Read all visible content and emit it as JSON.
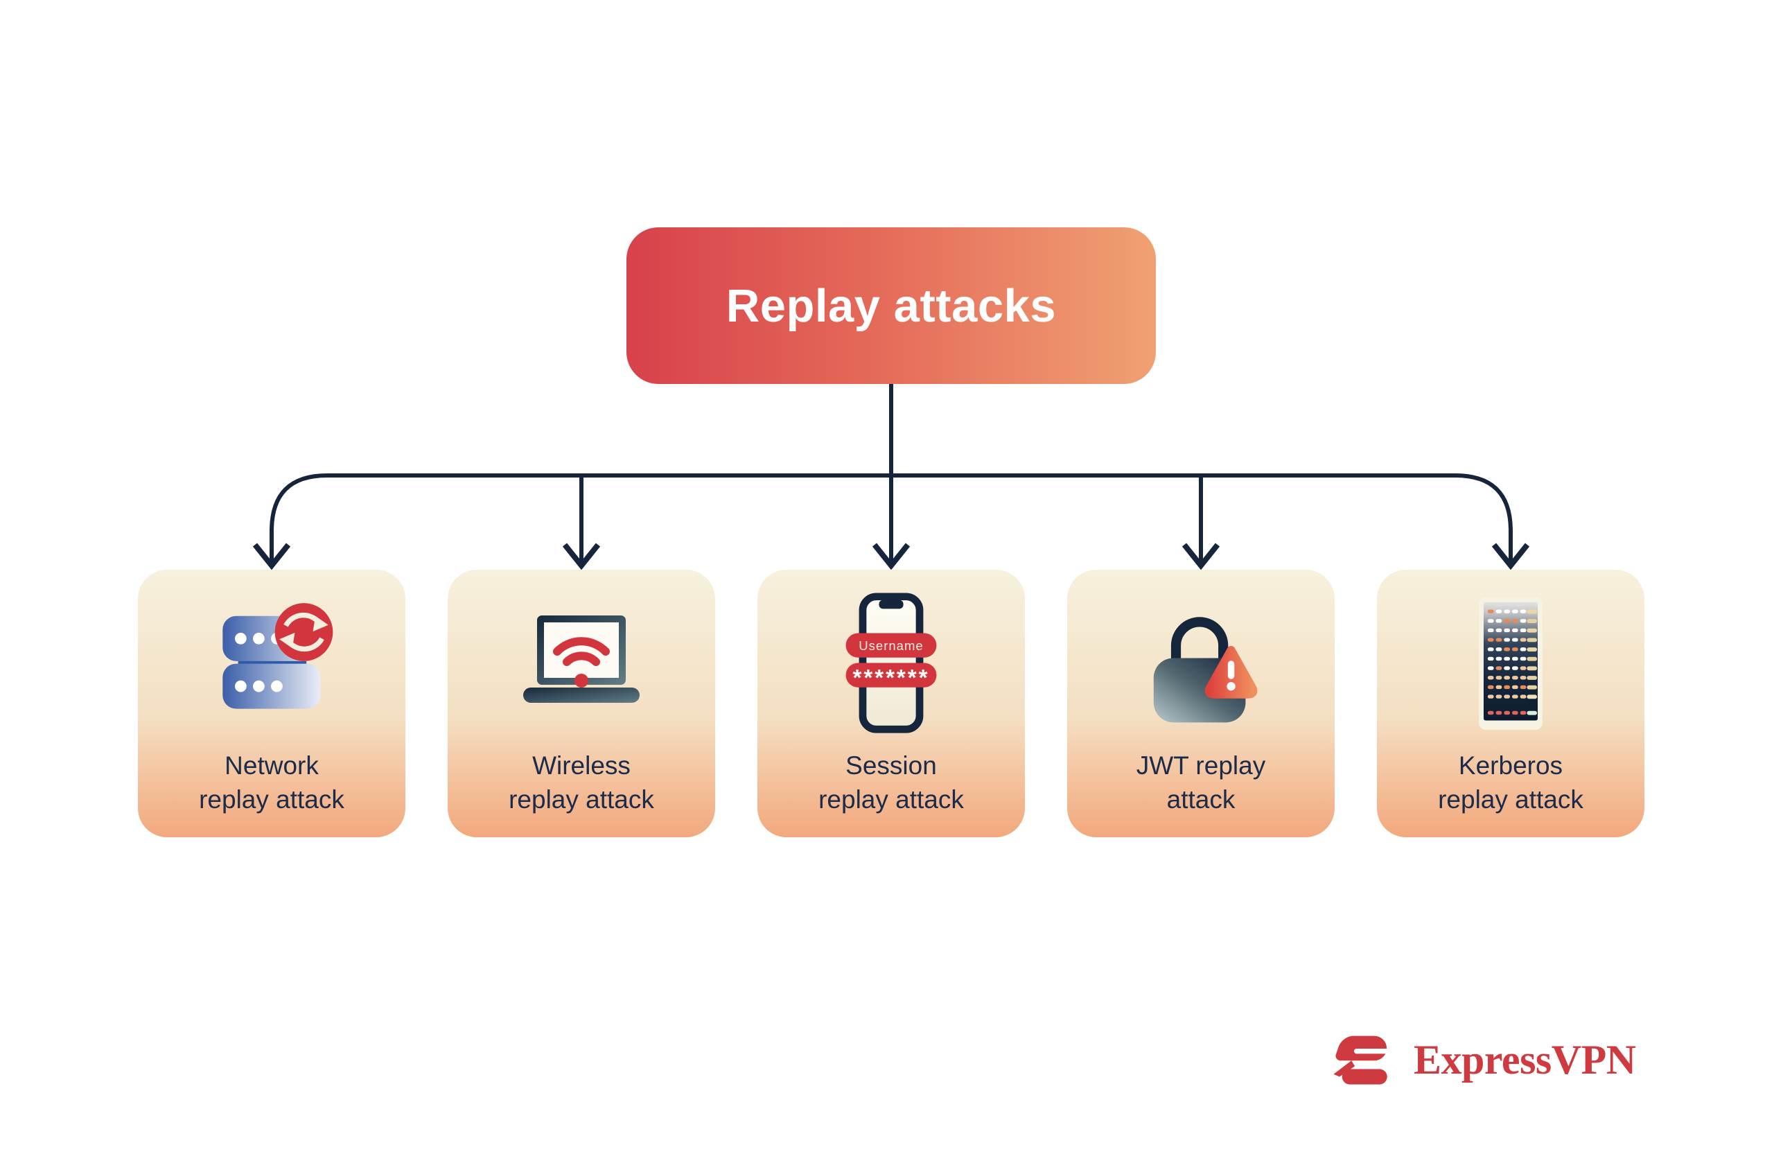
{
  "title": {
    "label": "Replay attacks"
  },
  "cards": [
    {
      "icon": "server-sync-icon",
      "lines": [
        "Network",
        "replay attack"
      ]
    },
    {
      "icon": "laptop-wifi-icon",
      "lines": [
        "Wireless",
        "replay attack"
      ]
    },
    {
      "icon": "phone-credentials-icon",
      "lines": [
        "Session",
        "replay attack"
      ],
      "badges": {
        "username": "Username",
        "password": "*******"
      }
    },
    {
      "icon": "lock-warning-icon",
      "lines": [
        "JWT replay",
        "attack"
      ]
    },
    {
      "icon": "server-rack-icon",
      "lines": [
        "Kerberos",
        "replay attack"
      ]
    }
  ],
  "branding": {
    "name": "ExpressVPN"
  },
  "colors": {
    "title_gradient_start": "#D7414B",
    "title_gradient_end": "#F0A173",
    "card_gradient_top": "#F6F1DD",
    "card_gradient_bottom": "#F3A87C",
    "connector_navy": "#16253C",
    "label_navy": "#1B2B49",
    "icon_red": "#D2353E",
    "server_blue": "#3C5FA9",
    "brand_red": "#CE3A40"
  }
}
